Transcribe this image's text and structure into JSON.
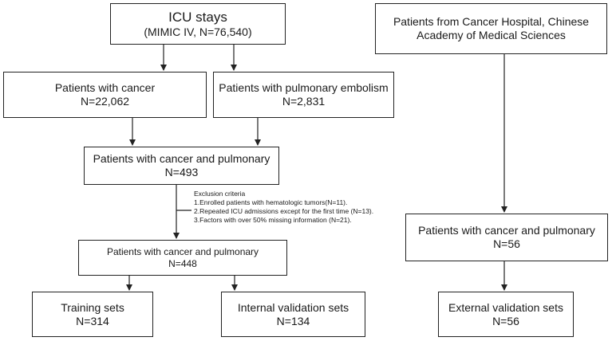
{
  "boxes": {
    "icu_stays": {
      "line1": "ICU stays",
      "line2": "(MIMIC IV, N=76,540)"
    },
    "cancer": {
      "line1": "Patients with cancer",
      "line2": "N=22,062"
    },
    "pe": {
      "line1": "Patients with pulmonary embolism",
      "line2": "N=2,831"
    },
    "cancer_pe_493": {
      "line1": "Patients with cancer and pulmonary",
      "line2": "N=493"
    },
    "cancer_pe_448": {
      "line1": "Patients with cancer and pulmonary",
      "line2": "N=448"
    },
    "training": {
      "line1": "Training sets",
      "line2": "N=314"
    },
    "internal_val": {
      "line1": "Internal validation sets",
      "line2": "N=134"
    },
    "external_source": {
      "line1": "Patients from Cancer Hospital, Chinese",
      "line2": "Academy of Medical Sciences"
    },
    "cancer_pe_56": {
      "line1": "Patients with cancer and pulmonary",
      "line2": "N=56"
    },
    "external_val": {
      "line1": "External validation sets",
      "line2": "N=56"
    }
  },
  "exclusion": {
    "title": "Exclusion criteria",
    "items": [
      "1.Enrolled patients with hematologic tumors(N=11).",
      "2.Repeated ICU admissions except for the first time (N=13).",
      "3.Factors with over 50% missing information (N=21)."
    ]
  },
  "colors": {
    "line": "#222222",
    "text": "#1a1a1a"
  }
}
